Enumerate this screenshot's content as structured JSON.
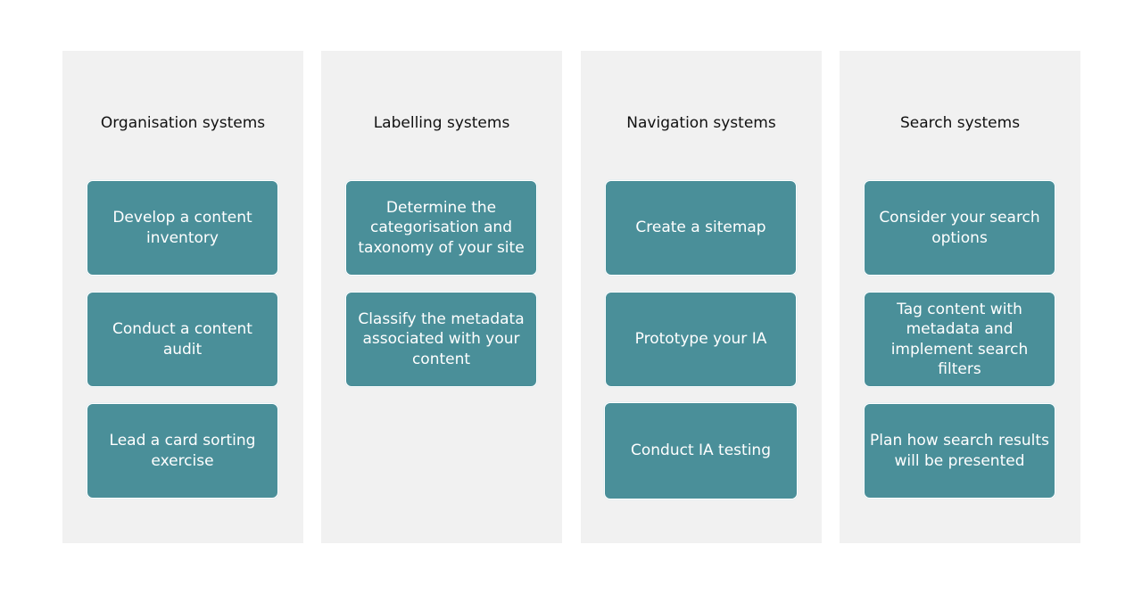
{
  "columns": [
    {
      "title": "Organisation systems",
      "cards": [
        "Develop a content inventory",
        "Conduct a content audit",
        "Lead a card sorting exercise"
      ]
    },
    {
      "title": "Labelling systems",
      "cards": [
        "Determine the categorisation and taxonomy of your site",
        "Classify the metadata associated with your content"
      ]
    },
    {
      "title": "Navigation systems",
      "cards": [
        "Create a sitemap",
        "Prototype your IA",
        "Conduct IA testing"
      ]
    },
    {
      "title": "Search systems",
      "cards": [
        "Consider your search options",
        "Tag content with metadata and implement search filters",
        "Plan how search results will be presented"
      ]
    }
  ],
  "colors": {
    "column_background": "#f1f1f1",
    "card_background": "#4a8f99",
    "card_text": "#ffffff",
    "title_text": "#111111"
  }
}
